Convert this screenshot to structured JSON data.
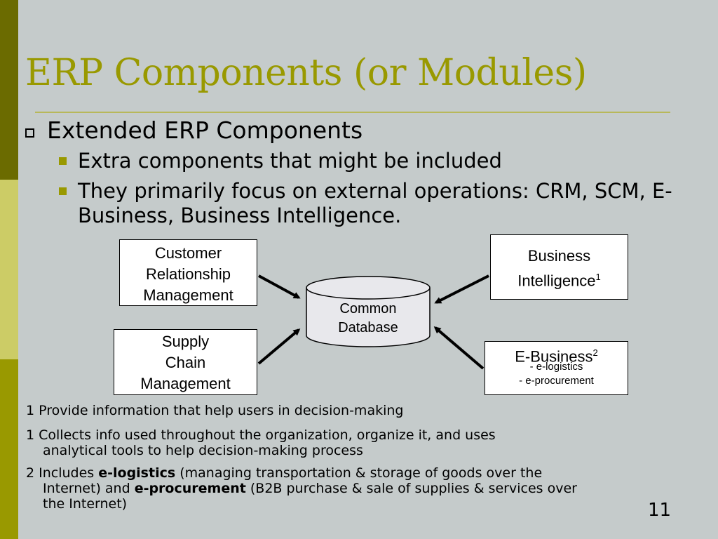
{
  "title": "ERP Components (or Modules)",
  "bullet": {
    "text": "Extended ERP Components",
    "subs": [
      "Extra components that might be included",
      "They primarily focus on external operations: CRM, SCM, E-Business, Business Intelligence."
    ]
  },
  "diagram": {
    "crm": [
      "Customer",
      "Relationship",
      "Management"
    ],
    "scm": [
      "Supply",
      "Chain",
      "Management"
    ],
    "bi": {
      "line1": "Business",
      "line2": "Intelligence",
      "sup": "1"
    },
    "eb": {
      "title": "E-Business",
      "sup": "2",
      "items": [
        "- e-logistics",
        "- e-procurement"
      ]
    },
    "db": [
      "Common",
      "Database"
    ]
  },
  "notes": {
    "n1": "1 Provide information that help users in decision-making",
    "n2a": "1 Collects info used throughout the organization, organize it, and uses",
    "n2b": "analytical tools to help decision-making process",
    "n3_prefix": "2 Includes ",
    "n3_bold1": "e-logistics",
    "n3_mid1": " (managing transportation & storage of goods over the",
    "n3_line2_start": "Internet) and ",
    "n3_bold2": "e-procurement",
    "n3_mid2": " (B2B purchase & sale of supplies & services over",
    "n3_line3": "the Internet)"
  },
  "page_number": "11",
  "colors": {
    "title": "#999900",
    "background": "#c5cbcb",
    "accent": "#999900"
  }
}
